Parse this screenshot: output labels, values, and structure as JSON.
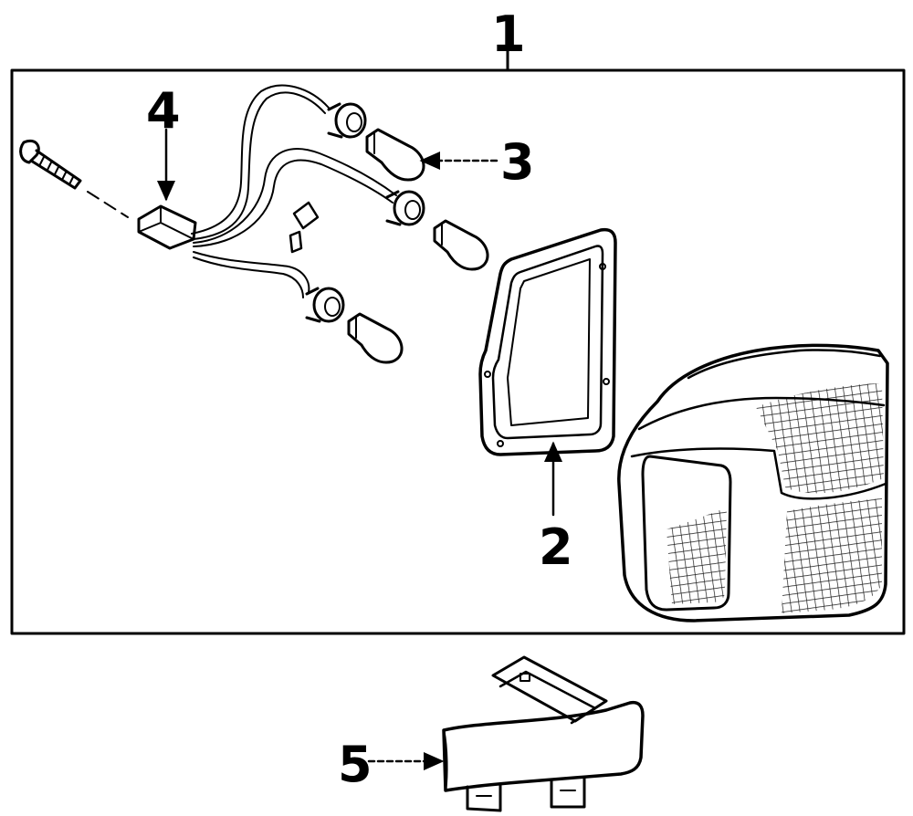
{
  "diagram": {
    "callouts": {
      "assembly": "1",
      "gasket": "2",
      "bulb": "3",
      "socket_harness": "4",
      "side_marker": "5"
    },
    "colors": {
      "ink": "#000000",
      "paper": "#ffffff"
    }
  }
}
